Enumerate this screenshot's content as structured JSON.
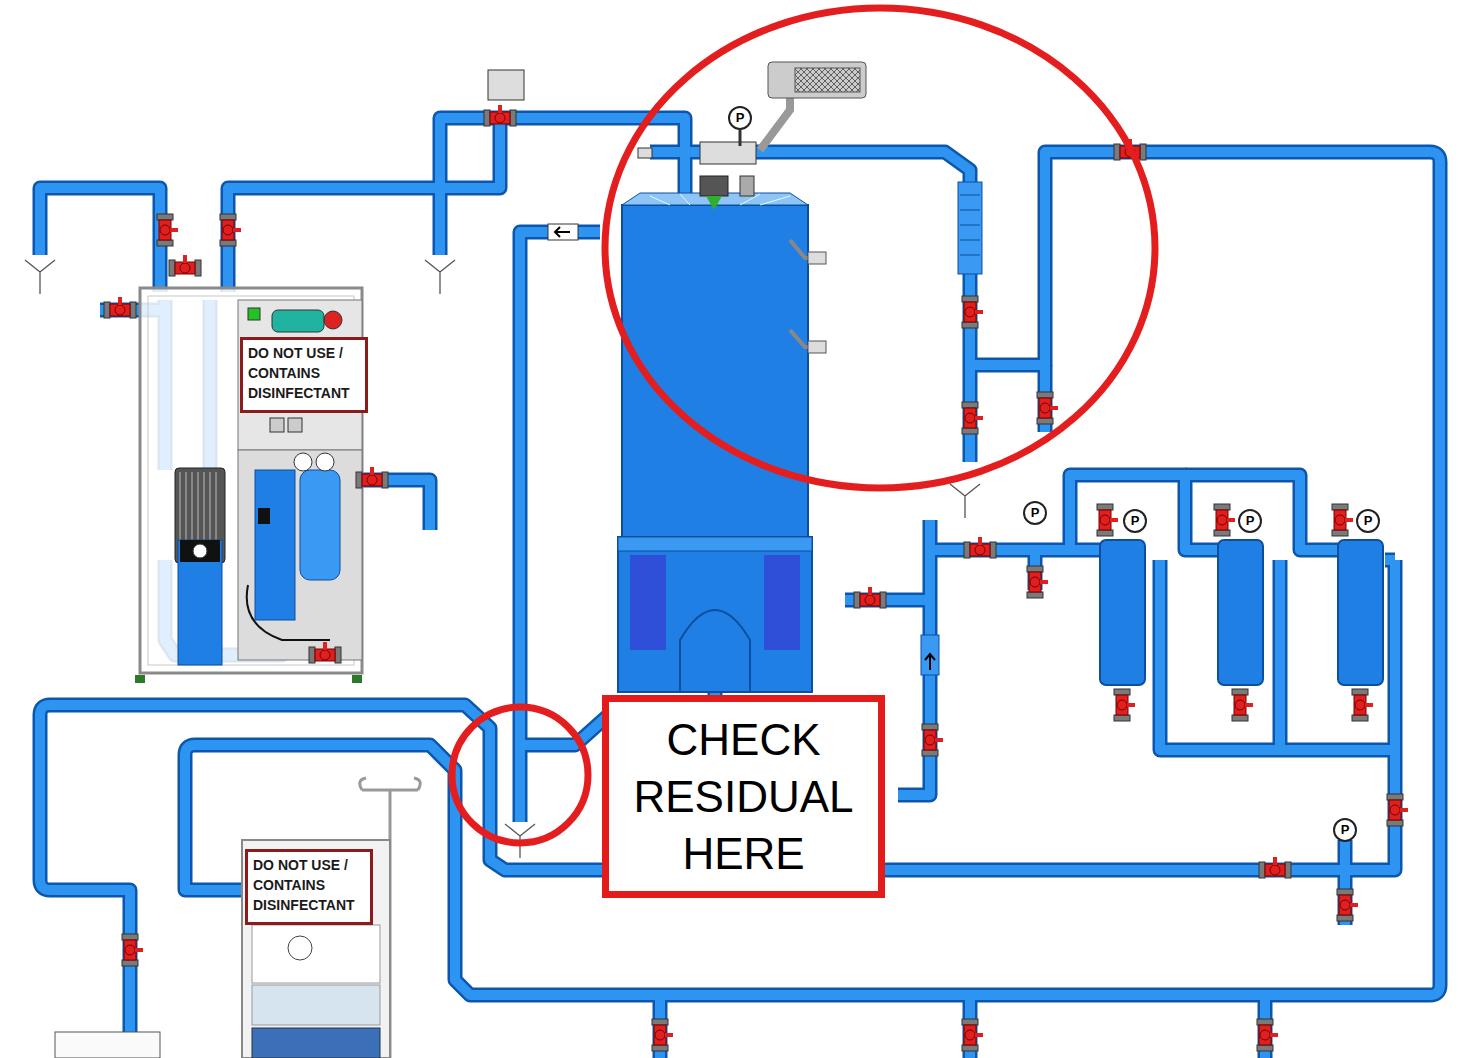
{
  "diagram": {
    "nodes": [
      {
        "text": [
          "DO NOT USE / CONTAINS DISINFECTANT"
        ]
      },
      {
        "text": [
          "DO NOT USE / CONTAINS DISINFECTANT"
        ]
      },
      {
        "text": [
          "CHECK RESIDUAL HERE"
        ]
      }
    ],
    "labels": [
      "P",
      "P",
      "P",
      "P",
      "P",
      "P"
    ]
  }
}
